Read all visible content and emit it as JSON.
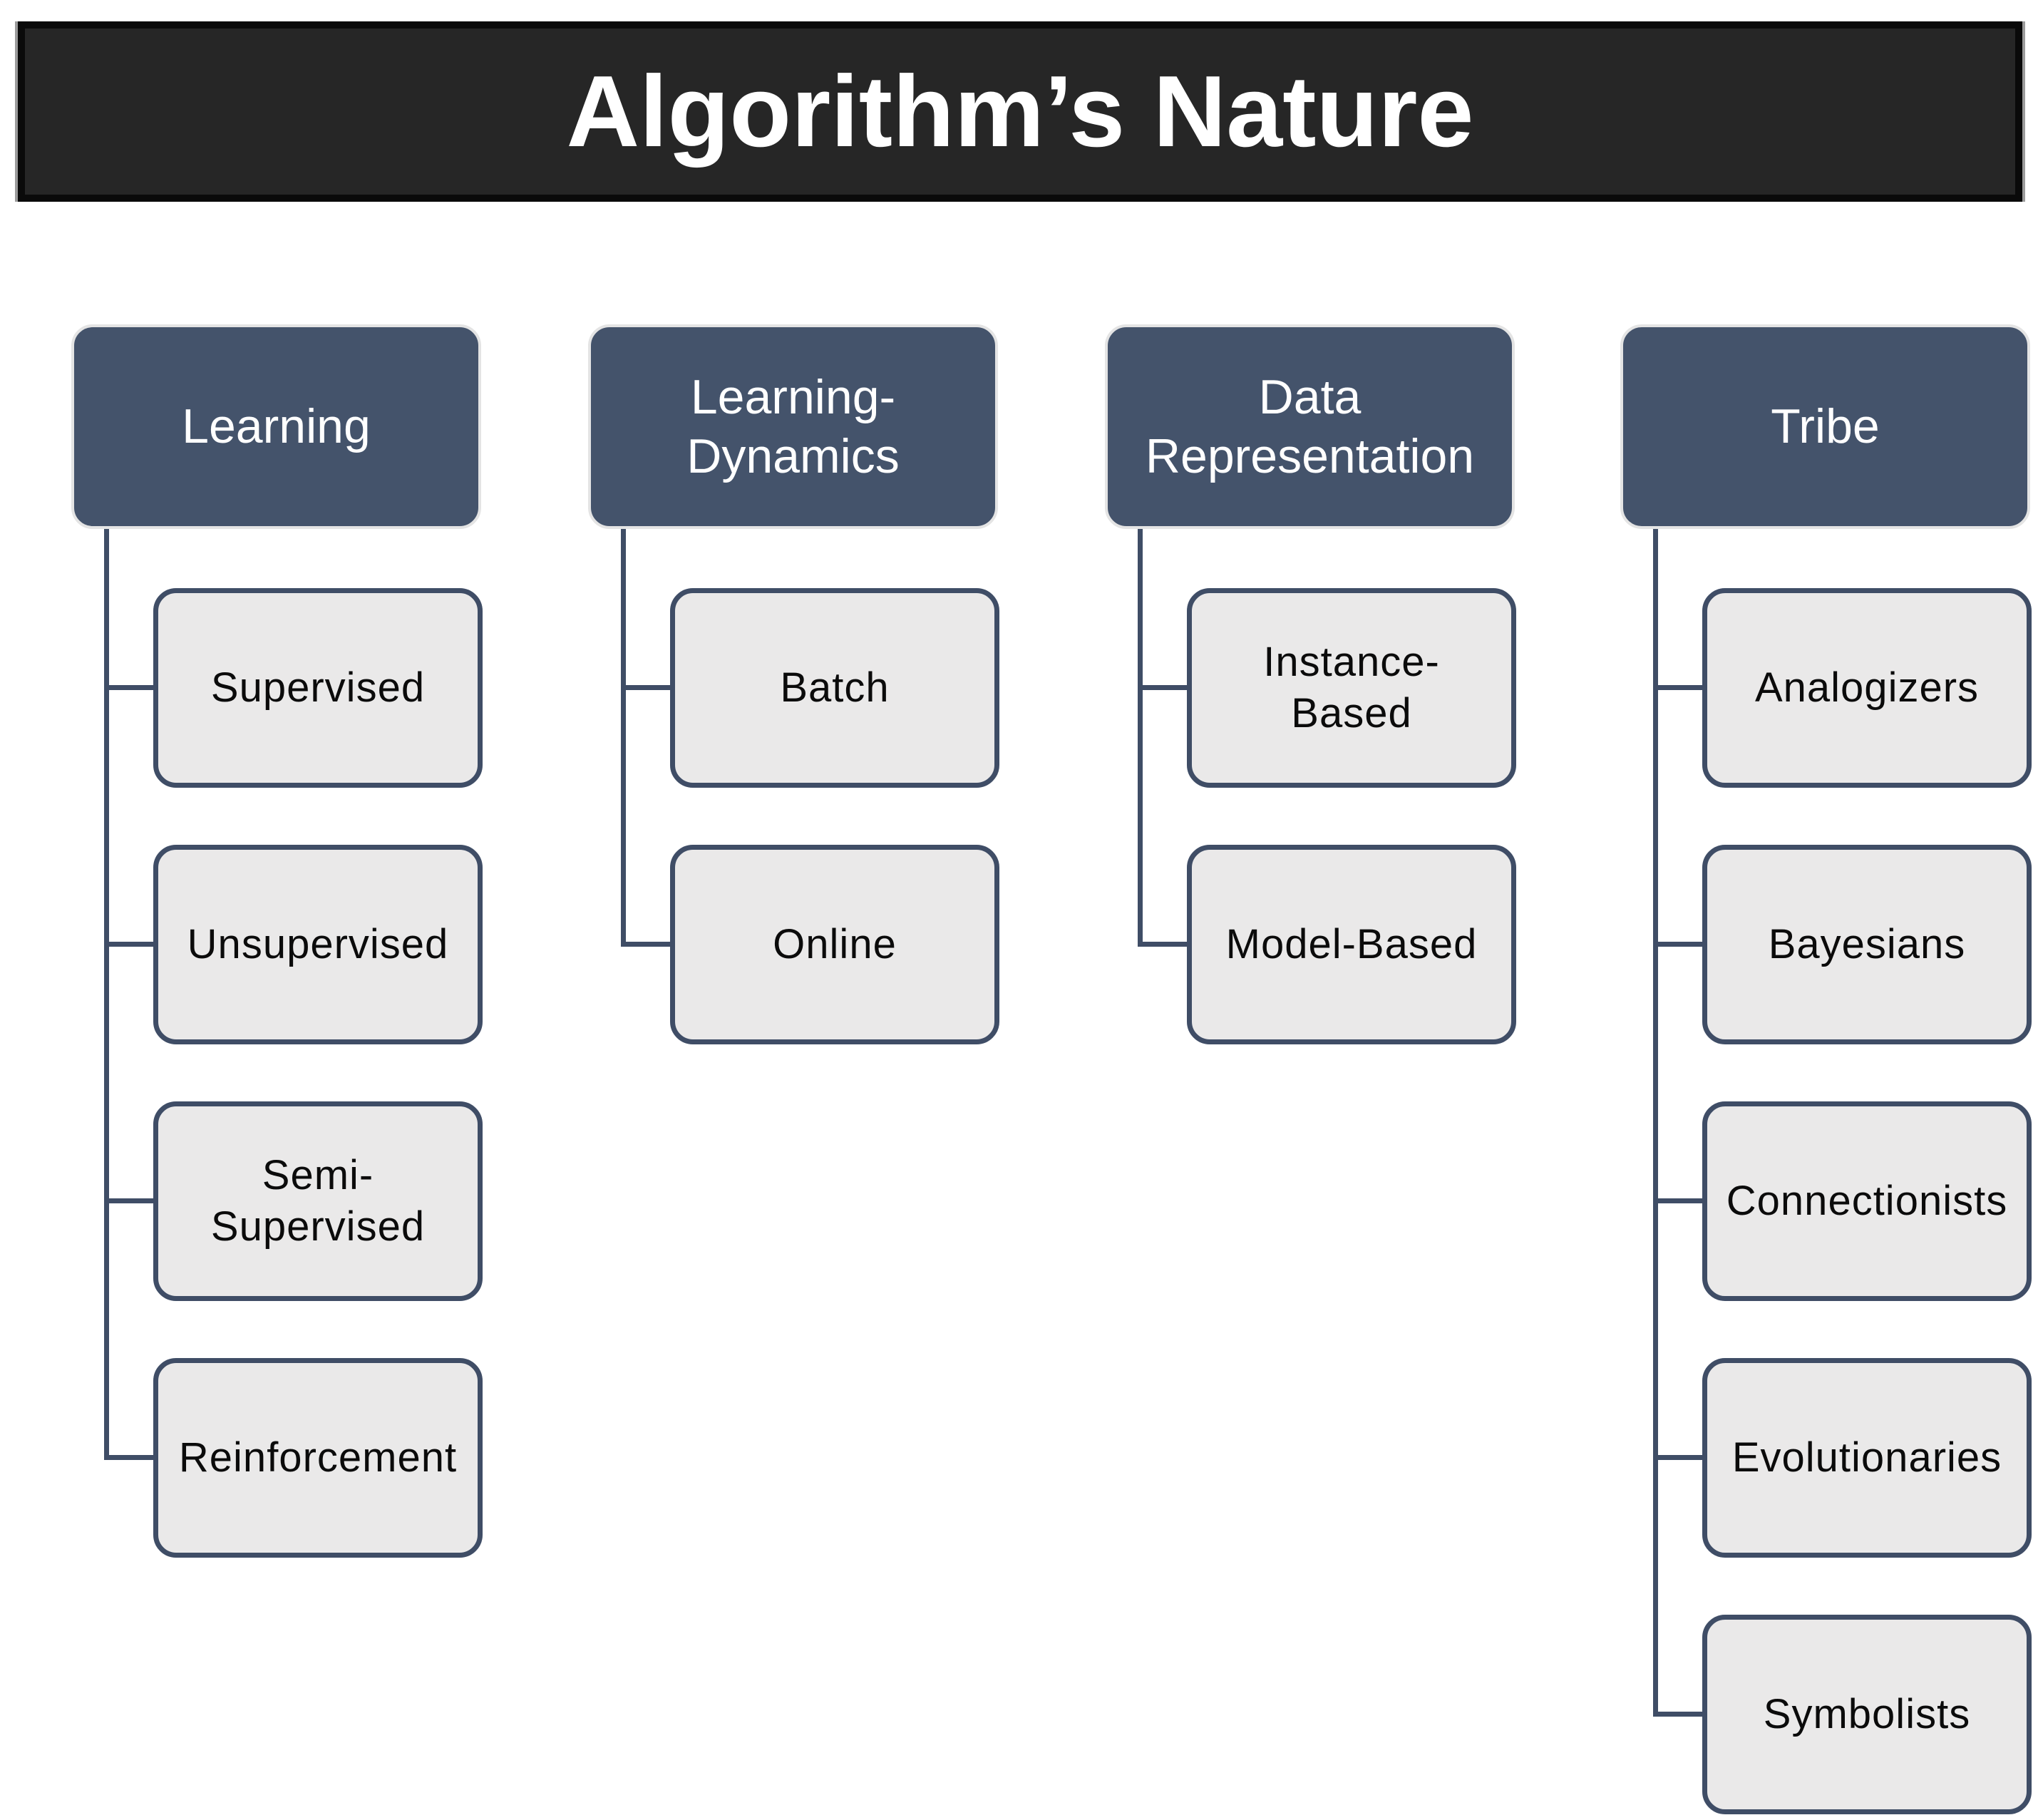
{
  "title": "Algorithm’s Nature",
  "colors": {
    "title_bg": "#262626",
    "title_border": "#0a0a0a",
    "title_text": "#ffffff",
    "header_bg": "#44536B",
    "header_text": "#ffffff",
    "header_halo": "#e4e4e4",
    "child_bg": "#EAE9E9",
    "child_border": "#3F4D66",
    "child_text": "#0b0b0b",
    "connector": "#3F4D66",
    "page_bg": "#ffffff"
  },
  "columns": [
    {
      "header": "Learning",
      "children": [
        "Supervised",
        "Unsupervised",
        "Semi-Supervised",
        "Reinforcement"
      ]
    },
    {
      "header": "Learning-Dynamics",
      "children": [
        "Batch",
        "Online"
      ]
    },
    {
      "header": "Data Representation",
      "children": [
        "Instance-Based",
        "Model-Based"
      ]
    },
    {
      "header": "Tribe",
      "children": [
        "Analogizers",
        "Bayesians",
        "Connectionists",
        "Evolutionaries",
        "Symbolists"
      ]
    }
  ]
}
